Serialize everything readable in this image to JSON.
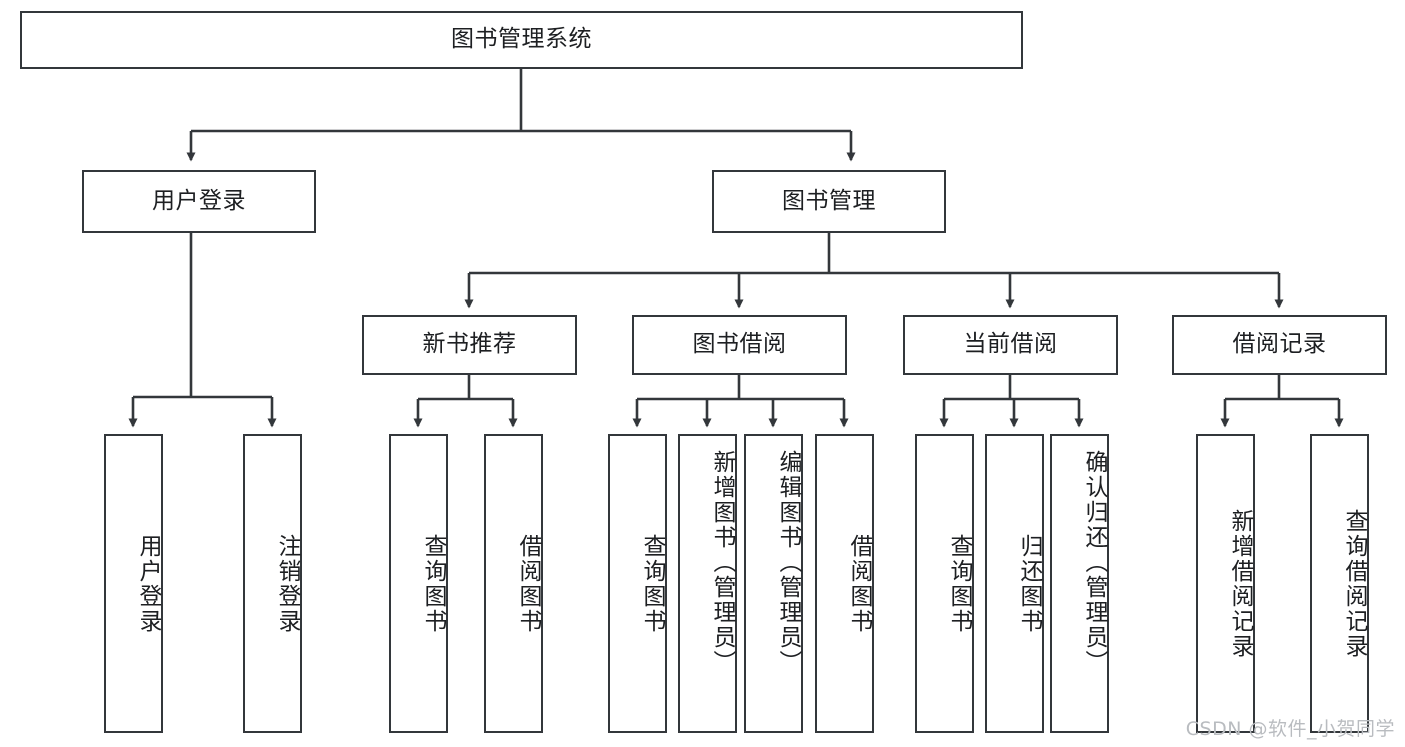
{
  "diagram": {
    "title_node": {
      "label": "图书管理系统"
    },
    "level2": [
      {
        "label": "用户登录"
      },
      {
        "label": "图书管理"
      }
    ],
    "level3": [
      {
        "label": "新书推荐"
      },
      {
        "label": "图书借阅"
      },
      {
        "label": "当前借阅"
      },
      {
        "label": "借阅记录"
      }
    ],
    "leaves": [
      {
        "label": "用户登录"
      },
      {
        "label": "注销登录"
      },
      {
        "label": "查询图书"
      },
      {
        "label": "借阅图书"
      },
      {
        "label": "查询图书"
      },
      {
        "label": "新增图书（管理员）"
      },
      {
        "label": "编辑图书（管理员）"
      },
      {
        "label": "借阅图书"
      },
      {
        "label": "查询图书"
      },
      {
        "label": "归还图书"
      },
      {
        "label": "确认归还（管理员）"
      },
      {
        "label": "新增借阅记录"
      },
      {
        "label": "查询借阅记录"
      }
    ],
    "watermark": "CSDN @软件_小贺同学",
    "colors": {
      "stroke": "#33373b",
      "text": "#1d1f22",
      "background": "#ffffff",
      "watermark": "#b9bcc0"
    }
  }
}
